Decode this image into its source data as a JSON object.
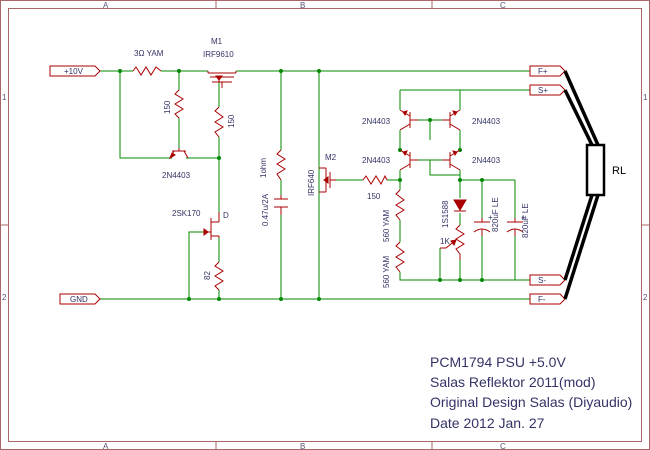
{
  "zones": {
    "top": [
      "A",
      "B",
      "C"
    ],
    "bottom": [
      "A",
      "B",
      "C"
    ],
    "left": [
      "1",
      "2"
    ],
    "right": [
      "1",
      "2"
    ]
  },
  "ports": {
    "vin": "+10V",
    "gnd": "GND",
    "f_plus": "F+",
    "s_plus": "S+",
    "s_minus": "S-",
    "f_minus": "F-"
  },
  "components": {
    "r_30": "3Ω YAM",
    "m1_ref": "M1",
    "m1_val": "IRF9610",
    "r_150a": "150",
    "r_150b": "150",
    "q_2n4403_left": "2N4403",
    "jfet": "2SK170",
    "jfet_pin": "D",
    "r_82": "82",
    "r_1ohm": "1ohm",
    "c_047": "0.47u/2A",
    "m2_ref": "M2",
    "m2_val": "IRF640",
    "r_150c": "150",
    "q_a": "2N4403",
    "q_b": "2N4403",
    "q_c": "2N4403",
    "q_d": "2N4403",
    "r_560a": "560 YAM",
    "r_560b": "560 YAM",
    "led": "1S1588",
    "pot": "1K",
    "c_820a": "820uF LE",
    "c_820b": "820uF LE",
    "load": "RL"
  },
  "title_block": {
    "line1": "PCM1794 PSU +5.0V",
    "line2": "Salas Reflektor 2011(mod)",
    "line3": "Original Design Salas (Diyaudio)",
    "line4": "Date 2012 Jan. 27"
  }
}
